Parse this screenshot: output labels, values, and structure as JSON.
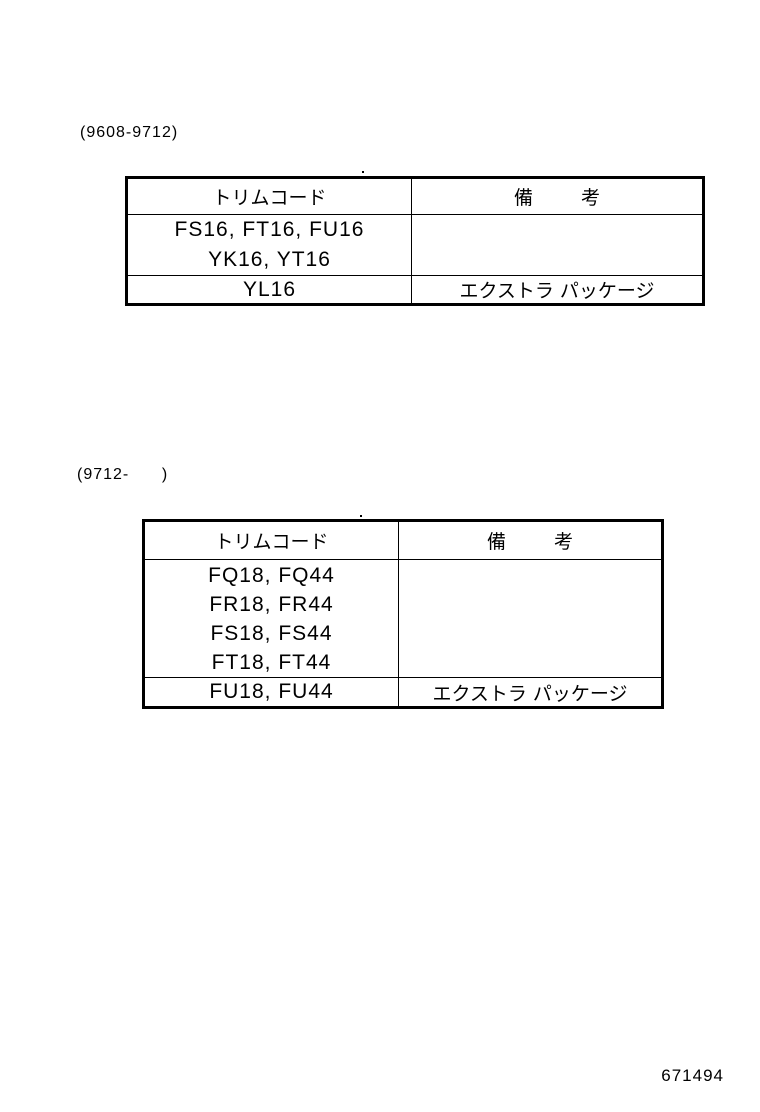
{
  "sections": [
    {
      "period": "(9608-9712)",
      "header": {
        "trim_code": "トリムコード",
        "remarks_left": "備",
        "remarks_right": "考"
      },
      "rows": [
        {
          "lines": [
            "FS16, FT16, FU16",
            "YK16, YT16"
          ],
          "remark": ""
        },
        {
          "lines": [
            "YL16"
          ],
          "remark": "エクストラ パッケージ"
        }
      ]
    },
    {
      "period": "(9712-      )",
      "header": {
        "trim_code": "トリムコード",
        "remarks_left": "備",
        "remarks_right": "考"
      },
      "rows": [
        {
          "lines": [
            "FQ18, FQ44",
            "FR18, FR44",
            "FS18, FS44",
            "FT18, FT44"
          ],
          "remark": ""
        },
        {
          "lines": [
            "FU18, FU44"
          ],
          "remark": "エクストラ パッケージ"
        }
      ]
    }
  ],
  "page_number": "671494"
}
